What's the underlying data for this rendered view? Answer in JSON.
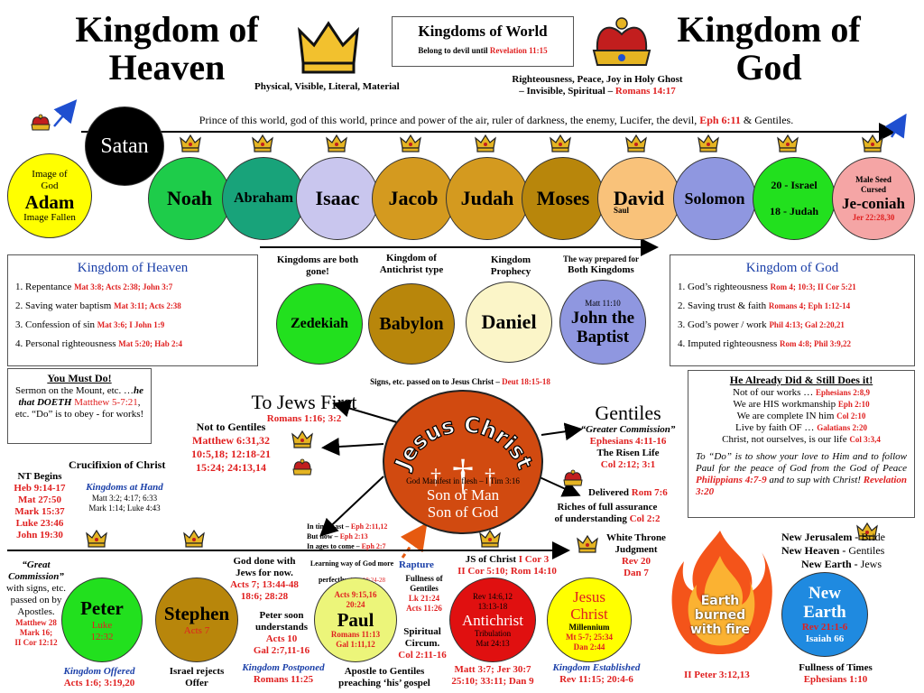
{
  "titles": {
    "kingdom_heaven": "Kingdom of Heaven",
    "kingdom_god": "Kingdom of God",
    "kingdoms_world": "Kingdoms of World",
    "belong_devil": "Belong to devil until",
    "belong_devil_ref": "Revelation 11:15",
    "physical": "Physical, Visible, Literal, Material",
    "righteousness_line1": "Righteousness, Peace, Joy in Holy Ghost",
    "righteousness_line2": "– Invisible, Spiritual –",
    "righteousness_ref": "Romans 14:17"
  },
  "prince_line": {
    "text": "Prince of this world, god of this world, prince and power of the air, ruler of darkness, the enemy, Lucifer, the devil,",
    "ref": "Eph 6:11",
    "tail": "& Gentiles."
  },
  "satan": "Satan",
  "adam": {
    "top": "Image of God",
    "name": "Adam",
    "bottom": "Image Fallen"
  },
  "patriarchs": [
    "Noah",
    "Abraham",
    "Isaac",
    "Jacob",
    "Judah",
    "Moses",
    "David",
    "Solomon"
  ],
  "saul": "Saul",
  "israel_judah": {
    "top": "20 - Israel",
    "bottom": "18 - Judah"
  },
  "jeconiah": {
    "top": "Male Seed Cursed",
    "name": "Je-coniah",
    "ref": "Jer 22:28,30"
  },
  "kh_box": {
    "title": "Kingdom of Heaven",
    "items": [
      {
        "text": "1.  Repentance",
        "ref": "Mat 3:8; Acts 2:38; John 3:7"
      },
      {
        "text": "2.  Saving water baptism",
        "ref": "Mat 3:11; Acts 2:38"
      },
      {
        "text": "3.  Confession of sin",
        "ref": "Mat 3:6; I John 1:9"
      },
      {
        "text": "4.  Personal righteousness",
        "ref": "Mat 5:20; Hab 2:4"
      }
    ]
  },
  "kg_box": {
    "title": "Kingdom of God",
    "items": [
      {
        "text": "1. God’s righteousness",
        "ref": "Rom 4; 10:3; II Cor 5:21"
      },
      {
        "text": "2.  Saving trust & faith",
        "ref": "Romans 4; Eph 1:12-14"
      },
      {
        "text": "3.  God’s power / work",
        "ref": "Phil 4:13; Gal 2:20,21"
      },
      {
        "text": "4.  Imputed righteousness",
        "ref": "Rom 4:8; Phil 3:9,22"
      }
    ]
  },
  "middle_labels": {
    "both_gone": "Kingdoms are both  gone!",
    "antichrist_type": "Kingdom of Antichrist type",
    "prophecy": "Kingdom Prophecy",
    "way_prepared_1": "The way prepared for",
    "way_prepared_2": "Both Kingdoms"
  },
  "middle_circles": {
    "zedekiah": "Zedekiah",
    "babylon": "Babylon",
    "daniel": "Daniel",
    "john_ref": "Matt 11:10",
    "john": "John the Baptist"
  },
  "must_do": {
    "title": "You Must Do!",
    "line1": "Sermon on the Mount, etc.  …",
    "emph": "he that DOETH",
    "ref": "Matthew 5-7:21",
    "line2": ", etc.",
    "line3": "“Do” is to obey - for works!"
  },
  "already_did": {
    "title": "He Already Did & Still Does it!",
    "rows": [
      {
        "text": "Not of our works …",
        "ref": "Ephesians 2:8,9"
      },
      {
        "text": "We are HIS workmanship",
        "ref": "Eph 2:10"
      },
      {
        "text": "We are complete IN him",
        "ref": "Col 2:10"
      },
      {
        "text": "Live by faith OF …",
        "ref": "Galatians 2:20"
      },
      {
        "text": "Christ, not ourselves, is our life",
        "ref": "Col 3:3,4"
      }
    ],
    "para": "To “Do” is to show your love to Him and to follow Paul for the peace of God from the God of Peace",
    "para_ref": "Philippians 4:7-9",
    "para2": "and to sup with Christ!",
    "para_ref2": "Revelation 3:20"
  },
  "signs": {
    "text": "Signs, etc. passed on to Jesus Christ –",
    "ref": "Deut 18:15-18"
  },
  "jesus": {
    "arc": "Jesus Christ",
    "manifest": "God Manifest in flesh – I Tim 3:16",
    "son_man": "Son of Man",
    "son_god": "Son of God"
  },
  "jews_first": {
    "title": "To Jews First",
    "ref": "Romans 1:16; 3:2"
  },
  "not_gentiles": {
    "title": "Not to Gentiles",
    "refs": [
      "Matthew 6:31,32",
      "10:5,18; 12:18-21",
      "15:24; 24:13,14"
    ]
  },
  "crucifixion": "Crucifixion of Christ",
  "gentiles": {
    "title": "Gentiles",
    "great": "“Greater Commission”",
    "ref1": "Ephesians 4:11-16",
    "risen": "The Risen Life",
    "ref2": "Col 2:12; 3:1",
    "delivered": "Delivered",
    "ref3": "Rom 7:6",
    "riches1": "Riches of full assurance",
    "riches2": "of understanding",
    "ref4": "Col 2:2"
  },
  "nt_begins": {
    "title": "NT Begins",
    "refs": [
      "Heb 9:14-17",
      "Mat 27:50",
      "Mark 15:37",
      "Luke 23:46",
      "John 19:30"
    ]
  },
  "at_hand": {
    "title": "Kingdoms at Hand",
    "line1": "Matt 3:2; 4:17; 6:33",
    "line2": "Mark 1:14; Luke 4:43"
  },
  "time_past": [
    {
      "text": "In time past –",
      "ref": "Eph 2:11,12"
    },
    {
      "text": "But now –",
      "ref": "Eph 2:13"
    },
    {
      "text": "In ages to come –",
      "ref": "Eph 2:7"
    }
  ],
  "great_commission": {
    "title": "“Great Commission”",
    "body": "with signs, etc. passed on by Apostles.",
    "refs": [
      "Matthew 28",
      "Mark 16;",
      "II Cor 12:12"
    ]
  },
  "peter": {
    "name": "Peter",
    "ref1": "Luke",
    "ref2": "12:32"
  },
  "stephen": {
    "name": "Stephen",
    "ref": "Acts 7"
  },
  "kingdom_offered": {
    "title": "Kingdom Offered",
    "ref": "Acts 1:6; 3:19,20"
  },
  "israel_rejects": "Israel rejects Offer",
  "god_done": {
    "text": "God done with Jews for now.",
    "refs": [
      "Acts 7; 13:44-48",
      "18:6; 28:28"
    ]
  },
  "peter_soon": {
    "text": "Peter soon understands",
    "refs": [
      "Acts 10",
      "Gal 2:7,11-16"
    ]
  },
  "kingdom_postponed": {
    "title": "Kingdom Postponed",
    "ref": "Romans 11:25"
  },
  "learning_way": {
    "text": "Learning way of God more perfectly",
    "ref": "Acts 18:24-28"
  },
  "paul": {
    "ref_top1": "Acts 9:15,16",
    "ref_top2": "20:24",
    "name": "Paul",
    "ref1": "Romans 11:13",
    "ref2": "Gal 1:11,12"
  },
  "apostle": "Apostle to Gentiles preaching ‘his’ gospel",
  "rapture": "Rapture",
  "fullness": {
    "text": "Fullness of Gentiles",
    "refs": [
      "Lk 21:24",
      "Acts 11:26"
    ]
  },
  "spiritual": {
    "text": "Spiritual Circum.",
    "ref": "Col 2:11-16"
  },
  "js_of_christ": {
    "text": "JS of Christ",
    "ref1": "I Cor 3",
    "ref2": "II Cor 5:10; Rom 14:10"
  },
  "antichrist": {
    "ref1": "Rev 14:6,12",
    "ref2": "13:13-18",
    "name": "Antichrist",
    "sub": "Tribulation",
    "ref3": "Mat 24:13"
  },
  "antichrist_refs": [
    "Matt 3:7; Jer 30:7",
    "25:10; 33:11; Dan 9"
  ],
  "jesus_christ_bottom": {
    "name": "Jesus Christ",
    "sub": "Millennium",
    "ref1": "Mt 5-7; 25:34",
    "ref2": "Dan 2:44"
  },
  "kingdom_established": {
    "title": "Kingdom Established",
    "ref": "Rev 11:15; 20:4-6"
  },
  "white_throne": {
    "title": "White Throne Judgment",
    "ref1": "Rev 20",
    "ref2": "Dan 7"
  },
  "earth_fire": "Earth burned with fire",
  "ii_peter": "II Peter 3:12,13",
  "new_jerusalem": [
    {
      "bold": "New Jerusalem -",
      "text": " Bride"
    },
    {
      "bold": "New Heaven -",
      "text": " Gentiles"
    },
    {
      "bold": "New Earth -",
      "text": " Jews"
    }
  ],
  "new_earth": {
    "name": "New Earth",
    "ref1": "Rev 21:1-6",
    "ref2": "Isaiah 66"
  },
  "fullness_times": {
    "title": "Fullness of Times",
    "ref": "Ephesians 1:10"
  },
  "colors": {
    "yellow": "#ffff00",
    "green": "#1ecc4a",
    "teal": "#18a37a",
    "lavender": "#c9c6ee",
    "gold": "#d49a1f",
    "bronze": "#b8860b",
    "peach": "#f9c27a",
    "periwinkle": "#8f97e0",
    "lime": "#22e01e",
    "pink": "#f5a5a5",
    "red": "#e02020",
    "navy": "#1a3fa8",
    "jesus_orange": "#d14a10"
  }
}
